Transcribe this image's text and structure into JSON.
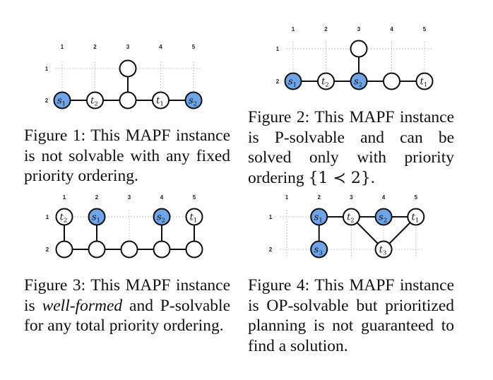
{
  "figures": [
    {
      "id": "fig1",
      "col_ticks": [
        "1",
        "2",
        "3",
        "4",
        "5"
      ],
      "row_ticks": [
        "1",
        "2"
      ],
      "caption": {
        "number_label": "Figure 1:",
        "text": "This MAPF instance is not solvable with any fixed priority ordering."
      },
      "nodes": [
        {
          "id": "a",
          "col": 1,
          "row": 2,
          "label": "s",
          "sub": "1",
          "filled": true
        },
        {
          "id": "b",
          "col": 2,
          "row": 2,
          "label": "t",
          "sub": "2",
          "filled": false
        },
        {
          "id": "c",
          "col": 3,
          "row": 2,
          "label": "",
          "sub": "",
          "filled": false
        },
        {
          "id": "d",
          "col": 4,
          "row": 2,
          "label": "t",
          "sub": "1",
          "filled": false
        },
        {
          "id": "e",
          "col": 5,
          "row": 2,
          "label": "s",
          "sub": "2",
          "filled": true
        },
        {
          "id": "f",
          "col": 3,
          "row": 1,
          "label": "",
          "sub": "",
          "filled": false
        }
      ],
      "edges": [
        [
          "a",
          "b"
        ],
        [
          "b",
          "c"
        ],
        [
          "c",
          "d"
        ],
        [
          "d",
          "e"
        ],
        [
          "c",
          "f"
        ]
      ]
    },
    {
      "id": "fig2",
      "col_ticks": [
        "1",
        "2",
        "3",
        "4",
        "5"
      ],
      "row_ticks": [
        "1",
        "2"
      ],
      "caption": {
        "number_label": "Figure 2:",
        "text": "This MAPF instance is P-solvable and can be solved only with priority ordering",
        "math": "{1 ≺ 2}",
        "tail": "."
      },
      "nodes": [
        {
          "id": "a",
          "col": 1,
          "row": 2,
          "label": "s",
          "sub": "1",
          "filled": true
        },
        {
          "id": "b",
          "col": 2,
          "row": 2,
          "label": "t",
          "sub": "2",
          "filled": false
        },
        {
          "id": "c",
          "col": 3,
          "row": 2,
          "label": "s",
          "sub": "2",
          "filled": true
        },
        {
          "id": "d",
          "col": 4,
          "row": 2,
          "label": "",
          "sub": "",
          "filled": false
        },
        {
          "id": "e",
          "col": 5,
          "row": 2,
          "label": "t",
          "sub": "1",
          "filled": false
        },
        {
          "id": "f",
          "col": 3,
          "row": 1,
          "label": "",
          "sub": "",
          "filled": false
        }
      ],
      "edges": [
        [
          "a",
          "b"
        ],
        [
          "b",
          "c"
        ],
        [
          "c",
          "d"
        ],
        [
          "d",
          "e"
        ],
        [
          "c",
          "f"
        ]
      ]
    },
    {
      "id": "fig3",
      "col_ticks": [
        "1",
        "2",
        "3",
        "4",
        "5"
      ],
      "row_ticks": [
        "1",
        "2"
      ],
      "caption": {
        "number_label": "Figure 3:",
        "pre": "This MAPF instance is",
        "em": "well-formed",
        "post": "and P-solvable for any total priority ordering."
      },
      "nodes": [
        {
          "id": "u1",
          "col": 1,
          "row": 1,
          "label": "t",
          "sub": "2",
          "filled": false
        },
        {
          "id": "u2",
          "col": 2,
          "row": 1,
          "label": "s",
          "sub": "1",
          "filled": true
        },
        {
          "id": "u4",
          "col": 4,
          "row": 1,
          "label": "s",
          "sub": "2",
          "filled": true
        },
        {
          "id": "u5",
          "col": 5,
          "row": 1,
          "label": "t",
          "sub": "1",
          "filled": false
        },
        {
          "id": "b1",
          "col": 1,
          "row": 2,
          "label": "",
          "sub": "",
          "filled": false
        },
        {
          "id": "b2",
          "col": 2,
          "row": 2,
          "label": "",
          "sub": "",
          "filled": false
        },
        {
          "id": "b3",
          "col": 3,
          "row": 2,
          "label": "",
          "sub": "",
          "filled": false
        },
        {
          "id": "b4",
          "col": 4,
          "row": 2,
          "label": "",
          "sub": "",
          "filled": false
        },
        {
          "id": "b5",
          "col": 5,
          "row": 2,
          "label": "",
          "sub": "",
          "filled": false
        }
      ],
      "edges": [
        [
          "u1",
          "b1"
        ],
        [
          "u2",
          "b2"
        ],
        [
          "u4",
          "b4"
        ],
        [
          "u5",
          "b5"
        ],
        [
          "b1",
          "b2"
        ],
        [
          "b2",
          "b3"
        ],
        [
          "b3",
          "b4"
        ],
        [
          "b4",
          "b5"
        ]
      ]
    },
    {
      "id": "fig4",
      "col_ticks": [
        "1",
        "2",
        "3",
        "4",
        "5"
      ],
      "row_ticks": [
        "1",
        "2"
      ],
      "caption": {
        "number_label": "Figure 4:",
        "text": "This MAPF instance is OP-solvable but prioritized planning is not guaranteed to find a solution."
      },
      "nodes": [
        {
          "id": "a",
          "col": 2,
          "row": 1,
          "label": "s",
          "sub": "1",
          "filled": true
        },
        {
          "id": "b",
          "col": 3,
          "row": 1,
          "label": "t",
          "sub": "2",
          "filled": false
        },
        {
          "id": "c",
          "col": 4,
          "row": 1,
          "label": "s",
          "sub": "2",
          "filled": true
        },
        {
          "id": "d",
          "col": 5,
          "row": 1,
          "label": "t",
          "sub": "1",
          "filled": false
        },
        {
          "id": "e",
          "col": 2,
          "row": 2,
          "label": "s",
          "sub": "3",
          "filled": true
        },
        {
          "id": "f",
          "col": 4,
          "row": 2,
          "label": "t",
          "sub": "3",
          "filled": false
        }
      ],
      "edges": [
        [
          "a",
          "b"
        ],
        [
          "b",
          "c"
        ],
        [
          "c",
          "d"
        ],
        [
          "a",
          "e"
        ],
        [
          "b",
          "f"
        ],
        [
          "d",
          "f"
        ]
      ]
    }
  ]
}
